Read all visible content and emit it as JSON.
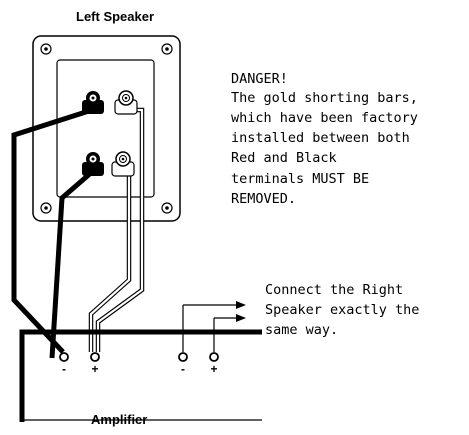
{
  "speaker_label": "Left Speaker",
  "amplifier_label": "Amplifier",
  "danger_lines": [
    "DANGER!",
    "The gold shorting bars,",
    "which have been factory",
    "installed between both",
    "Red and Black",
    "terminals MUST BE",
    "REMOVED."
  ],
  "connect_lines": [
    "Connect the Right",
    "Speaker exactly the",
    "same way."
  ],
  "amp_terminal_signs": [
    "-",
    "+",
    "-",
    "+"
  ]
}
